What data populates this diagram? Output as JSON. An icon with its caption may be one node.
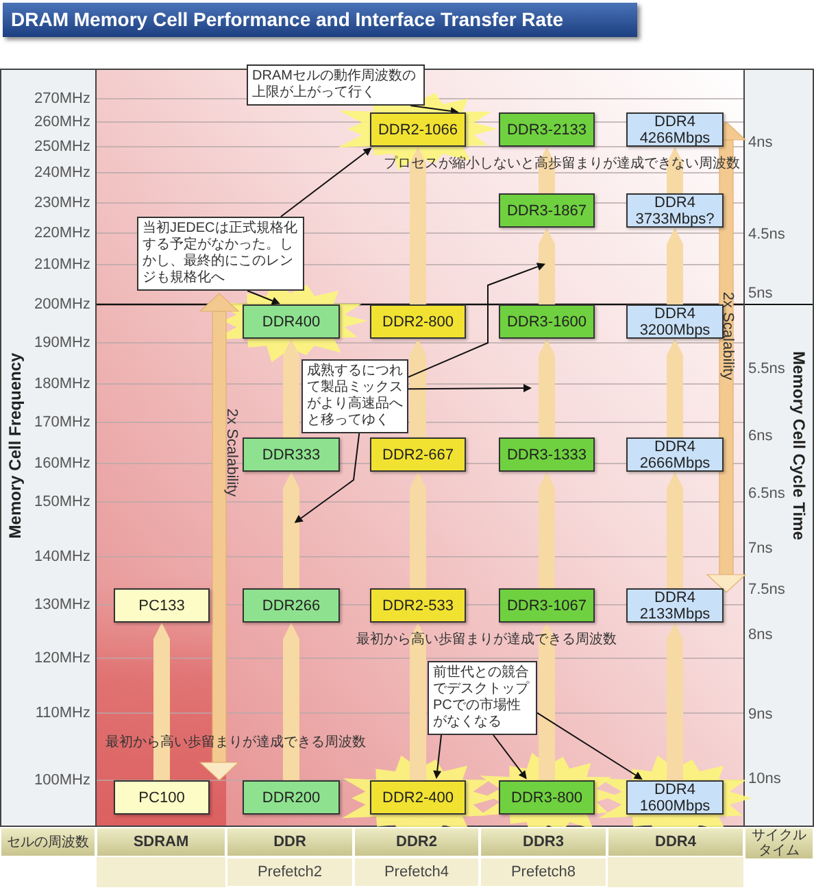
{
  "diagram": {
    "title": "DRAM Memory Cell Performance and Interface Transfer Rate",
    "nodes": [
      {
        "text": [
          "PC100"
        ]
      },
      {
        "text": [
          "PC133"
        ]
      },
      {
        "text": [
          "DDR200"
        ]
      },
      {
        "text": [
          "DDR266"
        ]
      },
      {
        "text": [
          "DDR333"
        ]
      },
      {
        "text": [
          "DDR400"
        ]
      },
      {
        "text": [
          "DDR2-400"
        ]
      },
      {
        "text": [
          "DDR2-533"
        ]
      },
      {
        "text": [
          "DDR2-667"
        ]
      },
      {
        "text": [
          "DDR2-800"
        ]
      },
      {
        "text": [
          "DDR2-1066"
        ]
      },
      {
        "text": [
          "DDR3-800"
        ]
      },
      {
        "text": [
          "DDR3-1067"
        ]
      },
      {
        "text": [
          "DDR3-1333"
        ]
      },
      {
        "text": [
          "DDR3-1600"
        ]
      },
      {
        "text": [
          "DDR3-1867"
        ]
      },
      {
        "text": [
          "DDR3-2133"
        ]
      },
      {
        "text": [
          "DDR4 1600Mbps"
        ]
      },
      {
        "text": [
          "DDR4 2133Mbps"
        ]
      },
      {
        "text": [
          "DDR4 2666Mbps"
        ]
      },
      {
        "text": [
          "DDR4 3200Mbps"
        ]
      },
      {
        "text": [
          "DDR4 3733Mbps?"
        ]
      },
      {
        "text": [
          "DDR4 4266Mbps"
        ]
      },
      {
        "text": [
          "DRAMセルの動作周波数の上限が上がって行く"
        ]
      },
      {
        "text": [
          "当初JEDECは正式規格化する予定がなかった。しかし、最終的にこのレンジも規格化へ"
        ]
      },
      {
        "text": [
          "成熟するにつれて製品ミックスがより高速品へと移ってゆく"
        ]
      },
      {
        "text": [
          "前世代との競合でデスクトップPCでの市場性がなくなる"
        ]
      }
    ],
    "edges": [
      {
        "from": 0,
        "to": 1,
        "arrow": "to",
        "color": "#f7d9a4"
      },
      {
        "from": 2,
        "to": 3,
        "arrow": "to",
        "color": "#f7d9a4"
      },
      {
        "from": 3,
        "to": 4,
        "arrow": "to",
        "color": "#f7d9a4"
      },
      {
        "from": 4,
        "to": 5,
        "arrow": "to",
        "color": "#f7d9a4"
      },
      {
        "from": 6,
        "to": 7,
        "arrow": "to",
        "color": "#f7d9a4"
      },
      {
        "from": 7,
        "to": 8,
        "arrow": "to",
        "color": "#f7d9a4"
      },
      {
        "from": 8,
        "to": 9,
        "arrow": "to",
        "color": "#f7d9a4"
      },
      {
        "from": 9,
        "to": 10,
        "arrow": "to",
        "color": "#f7d9a4"
      },
      {
        "from": 11,
        "to": 12,
        "arrow": "to",
        "color": "#f7d9a4"
      },
      {
        "from": 12,
        "to": 13,
        "arrow": "to",
        "color": "#f7d9a4"
      },
      {
        "from": 13,
        "to": 14,
        "arrow": "to",
        "color": "#f7d9a4"
      },
      {
        "from": 14,
        "to": 15,
        "arrow": "to",
        "color": "#f7d9a4"
      },
      {
        "from": 15,
        "to": 16,
        "arrow": "to",
        "color": "#f7d9a4"
      },
      {
        "from": 17,
        "to": 18,
        "arrow": "to",
        "color": "#f7d9a4"
      },
      {
        "from": 18,
        "to": 19,
        "arrow": "to",
        "color": "#f7d9a4"
      },
      {
        "from": 19,
        "to": 20,
        "arrow": "to",
        "color": "#f7d9a4"
      },
      {
        "from": 20,
        "to": 21,
        "arrow": "to",
        "color": "#f7d9a4"
      },
      {
        "from": 21,
        "to": 22,
        "arrow": "to",
        "color": "#f7d9a4"
      },
      {
        "from": 23,
        "to": 10,
        "arrow": "to",
        "color": "#111111"
      },
      {
        "from": 24,
        "to": 10,
        "arrow": "to",
        "color": "#111111"
      },
      {
        "from": 24,
        "to": 5,
        "arrow": "to",
        "color": "#111111"
      },
      {
        "from": 25,
        "to": null,
        "arrow": "to",
        "color": "#111111"
      },
      {
        "from": 25,
        "to": null,
        "arrow": "to",
        "color": "#111111"
      },
      {
        "from": 25,
        "to": null,
        "arrow": "to",
        "color": "#111111"
      },
      {
        "from": 26,
        "to": 6,
        "arrow": "to",
        "color": "#111111"
      },
      {
        "from": 26,
        "to": 11,
        "arrow": "to",
        "color": "#111111"
      },
      {
        "from": 26,
        "to": 17,
        "arrow": "to",
        "color": "#111111"
      }
    ],
    "labels": [
      "270MHz",
      "260MHz",
      "250MHz",
      "240MHz",
      "230MHz",
      "220MHz",
      "210MHz",
      "200MHz",
      "190MHz",
      "180MHz",
      "170MHz",
      "160MHz",
      "150MHz",
      "140MHz",
      "130MHz",
      "120MHz",
      "110MHz",
      "100MHz",
      "Memory Cell Frequency",
      "Memory Cell Cycle Time",
      "4ns",
      "4.5ns",
      "5ns",
      "5.5ns",
      "6ns",
      "6.5ns",
      "7ns",
      "7.5ns",
      "8ns",
      "9ns",
      "10ns",
      "2x Scalability",
      "2x Scalability",
      "プロセスが縮小しないと高歩留まりが達成できない周波数",
      "最初から高い歩留まりが達成できる周波数",
      "最初から高い歩留まりが達成できる周波数",
      "セルの周波数",
      "SDRAM",
      "DDR",
      "DDR2",
      "DDR3",
      "DDR4",
      "サイクルタイム",
      "Prefetch2",
      "Prefetch4",
      "Prefetch8"
    ]
  }
}
